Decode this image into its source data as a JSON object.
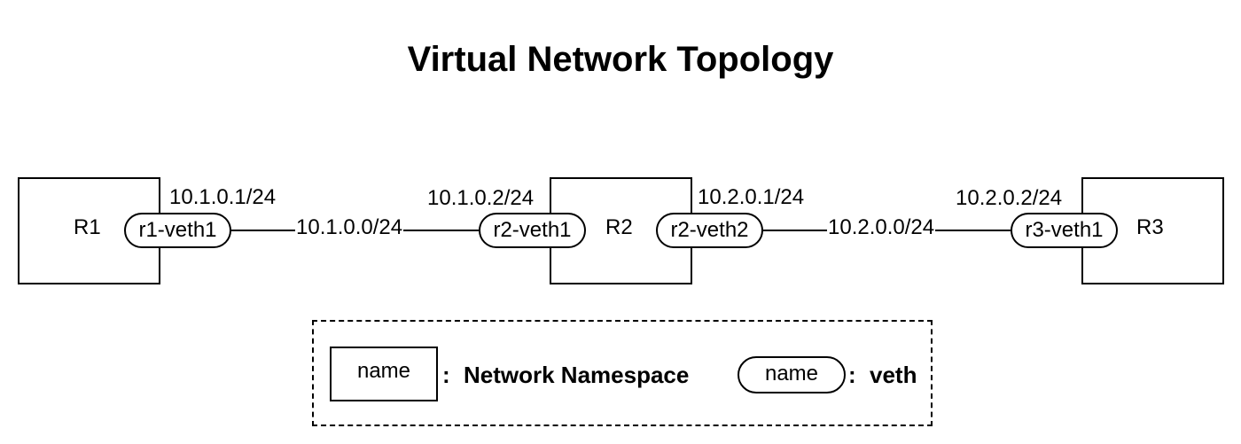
{
  "title": "Virtual Network Topology",
  "namespaces": [
    {
      "id": "r1",
      "label": "R1"
    },
    {
      "id": "r2",
      "label": "R2"
    },
    {
      "id": "r3",
      "label": "R3"
    }
  ],
  "veths": [
    {
      "id": "r1-veth1",
      "label": "r1-veth1",
      "ip": "10.1.0.1/24"
    },
    {
      "id": "r2-veth1",
      "label": "r2-veth1",
      "ip": "10.1.0.2/24"
    },
    {
      "id": "r2-veth2",
      "label": "r2-veth2",
      "ip": "10.2.0.1/24"
    },
    {
      "id": "r3-veth1",
      "label": "r3-veth1",
      "ip": "10.2.0.2/24"
    }
  ],
  "links": [
    {
      "from": "r1-veth1",
      "to": "r2-veth1",
      "subnet": "10.1.0.0/24"
    },
    {
      "from": "r2-veth2",
      "to": "r3-veth1",
      "subnet": "10.2.0.0/24"
    }
  ],
  "legend": {
    "namespace_sample": "name",
    "namespace_separator": ":",
    "namespace_desc": "Network Namespace",
    "veth_sample": "name",
    "veth_separator": ":",
    "veth_desc": "veth"
  }
}
